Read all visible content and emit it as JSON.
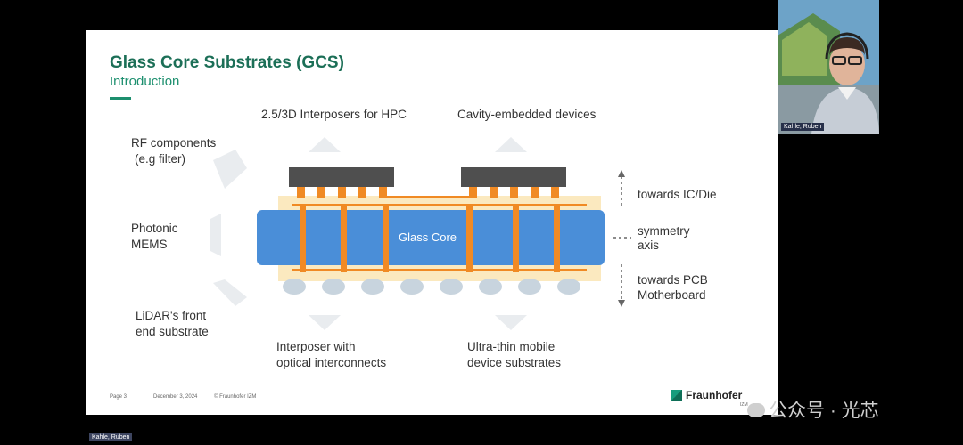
{
  "slide": {
    "title": "Glass Core Substrates (GCS)",
    "subtitle": "Introduction",
    "labels": {
      "interposers_hpc": "2.5/3D Interposers for HPC",
      "cavity_embedded": "Cavity-embedded devices",
      "rf_components_line1": "RF components",
      "rf_components_line2": "(e.g filter)",
      "photonic_line1": "Photonic",
      "photonic_line2": "MEMS",
      "lidar_line1": "LiDAR's front",
      "lidar_line2": "end substrate",
      "interposer_optical_line1": "Interposer with",
      "interposer_optical_line2": "optical interconnects",
      "ultra_thin_line1": "Ultra-thin mobile",
      "ultra_thin_line2": "device substrates",
      "glass_core": "Glass Core",
      "towards_ic": "towards IC/Die",
      "symmetry_line1": "symmetry",
      "symmetry_line2": "axis",
      "towards_pcb_line1": "towards PCB",
      "towards_pcb_line2": "Motherboard"
    },
    "footer": {
      "page": "Page 3",
      "date": "December 3, 2024",
      "copyright": "© Fraunhofer IZM"
    },
    "logo": {
      "name": "Fraunhofer",
      "sub": "IZM"
    }
  },
  "participants": {
    "camera_name": "Kahle, Ruben",
    "self_tag": "Kahle, Ruben"
  },
  "watermark": "公众号 · 光芯",
  "colors": {
    "title": "#1c6f57",
    "glass_core": "#4a8ed8",
    "copper": "#f08a24",
    "die": "#4f4f4f",
    "buildup": "#fbe9bf",
    "bumps": "#c8d4de"
  }
}
